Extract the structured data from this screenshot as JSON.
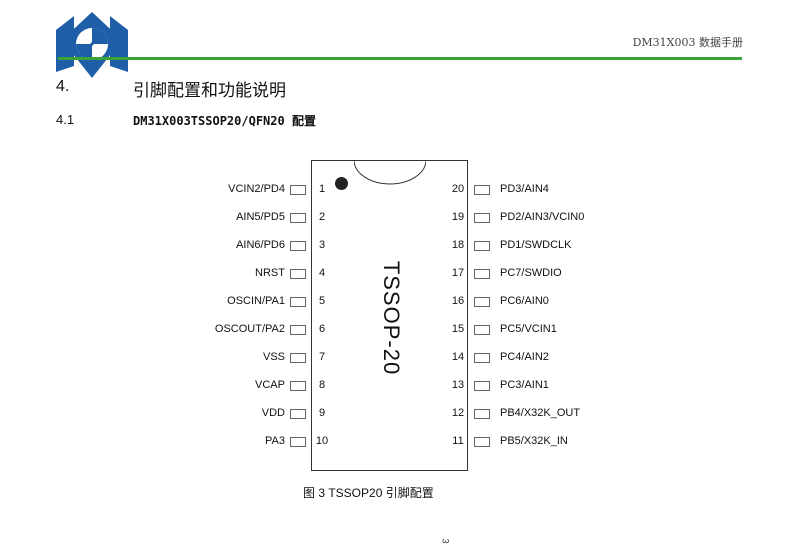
{
  "header": {
    "doc_title": "DM31X003 数据手册"
  },
  "colors": {
    "rule": "#3aa33a",
    "logo_blue": "#1f5fa8"
  },
  "section": {
    "number": "4.",
    "title": "引脚配置和功能说明"
  },
  "subsection": {
    "number": "4.1",
    "title": "DM31X003TSSOP20/QFN20 配置"
  },
  "chip": {
    "name": "TSSOP-20"
  },
  "pins_left": [
    {
      "num": "1",
      "label": "VCIN2/PD4"
    },
    {
      "num": "2",
      "label": "AIN5/PD5"
    },
    {
      "num": "3",
      "label": "AIN6/PD6"
    },
    {
      "num": "4",
      "label": "NRST"
    },
    {
      "num": "5",
      "label": "OSCIN/PA1"
    },
    {
      "num": "6",
      "label": "OSCOUT/PA2"
    },
    {
      "num": "7",
      "label": "VSS"
    },
    {
      "num": "8",
      "label": "VCAP"
    },
    {
      "num": "9",
      "label": "VDD"
    },
    {
      "num": "10",
      "label": "PA3"
    }
  ],
  "pins_right": [
    {
      "num": "20",
      "label": "PD3/AIN4"
    },
    {
      "num": "19",
      "label": "PD2/AIN3/VCIN0"
    },
    {
      "num": "18",
      "label": "PD1/SWDCLK"
    },
    {
      "num": "17",
      "label": "PC7/SWDIO"
    },
    {
      "num": "16",
      "label": "PC6/AIN0"
    },
    {
      "num": "15",
      "label": "PC5/VCIN1"
    },
    {
      "num": "14",
      "label": "PC4/AIN2"
    },
    {
      "num": "13",
      "label": "PC3/AIN1"
    },
    {
      "num": "12",
      "label": "PB4/X32K_OUT"
    },
    {
      "num": "11",
      "label": "PB5/X32K_IN"
    }
  ],
  "caption": "图 3   TSSOP20 引脚配置",
  "page_number": "3"
}
